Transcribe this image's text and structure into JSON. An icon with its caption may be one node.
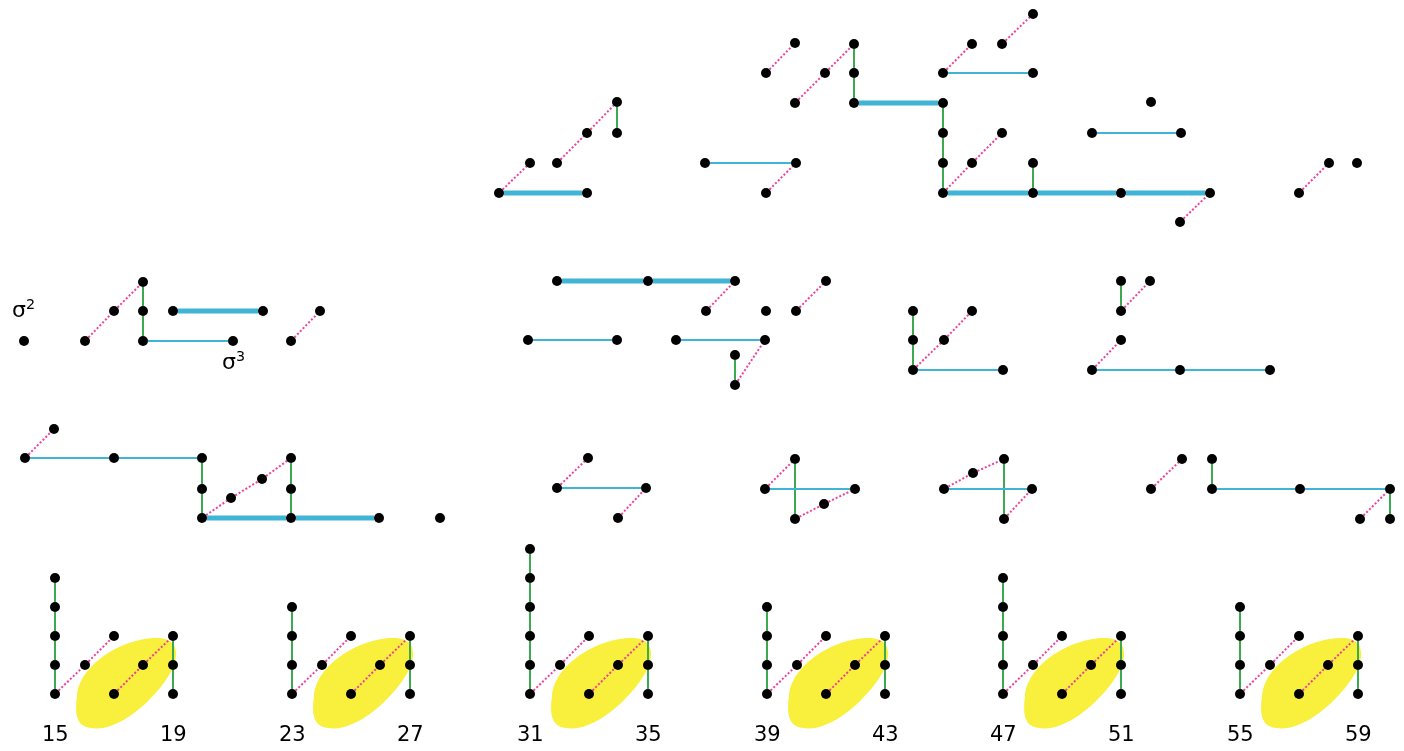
{
  "diagram": {
    "nodes": [
      {
        "text": [],
        "shape": "circle"
      },
      {
        "text": [],
        "shape": "circle"
      },
      {
        "text": [],
        "shape": "circle"
      },
      {
        "text": [],
        "shape": "circle"
      },
      {
        "text": [],
        "shape": "circle"
      },
      {
        "text": [],
        "shape": "circle"
      },
      {
        "text": [],
        "shape": "circle"
      },
      {
        "text": [],
        "shape": "circle"
      },
      {
        "text": [],
        "shape": "circle"
      },
      {
        "text": [],
        "shape": "circle"
      },
      {
        "text": [],
        "shape": "circle"
      },
      {
        "text": [],
        "shape": "circle"
      },
      {
        "text": [],
        "shape": "circle"
      },
      {
        "text": [],
        "shape": "circle"
      },
      {
        "text": [],
        "shape": "circle"
      },
      {
        "text": [],
        "shape": "circle"
      },
      {
        "text": [],
        "shape": "circle"
      },
      {
        "text": [],
        "shape": "circle"
      },
      {
        "text": [],
        "shape": "circle"
      },
      {
        "text": [],
        "shape": "circle"
      },
      {
        "text": [],
        "shape": "circle"
      },
      {
        "text": [],
        "shape": "circle"
      },
      {
        "text": [],
        "shape": "circle"
      },
      {
        "text": [],
        "shape": "circle"
      },
      {
        "text": [],
        "shape": "circle"
      },
      {
        "text": [],
        "shape": "circle"
      },
      {
        "text": [],
        "shape": "circle"
      },
      {
        "text": [],
        "shape": "circle"
      },
      {
        "text": [],
        "shape": "circle"
      },
      {
        "text": [],
        "shape": "circle"
      },
      {
        "text": [],
        "shape": "circle"
      },
      {
        "text": [],
        "shape": "circle"
      },
      {
        "text": [],
        "shape": "circle"
      },
      {
        "text": [],
        "shape": "circle"
      },
      {
        "text": [],
        "shape": "circle"
      },
      {
        "text": [],
        "shape": "circle"
      },
      {
        "text": [],
        "shape": "circle"
      },
      {
        "text": [],
        "shape": "circle"
      },
      {
        "text": [],
        "shape": "circle"
      },
      {
        "text": [],
        "shape": "circle"
      },
      {
        "text": [],
        "shape": "circle"
      },
      {
        "text": [],
        "shape": "circle"
      },
      {
        "text": [],
        "shape": "circle"
      },
      {
        "text": [],
        "shape": "circle"
      },
      {
        "text": [],
        "shape": "circle"
      },
      {
        "text": [],
        "shape": "circle"
      },
      {
        "text": [],
        "shape": "circle"
      },
      {
        "text": [],
        "shape": "circle"
      },
      {
        "text": [],
        "shape": "circle"
      },
      {
        "text": [],
        "shape": "circle"
      },
      {
        "text": [],
        "shape": "circle"
      },
      {
        "text": [],
        "shape": "circle"
      },
      {
        "text": [],
        "shape": "circle"
      },
      {
        "text": [],
        "shape": "circle"
      },
      {
        "text": [],
        "shape": "circle"
      },
      {
        "text": [],
        "shape": "circle"
      },
      {
        "text": [],
        "shape": "circle"
      },
      {
        "text": [],
        "shape": "circle"
      },
      {
        "text": [],
        "shape": "circle"
      },
      {
        "text": [],
        "shape": "circle"
      },
      {
        "text": [],
        "shape": "circle"
      },
      {
        "text": [],
        "shape": "circle"
      },
      {
        "text": [],
        "shape": "circle"
      },
      {
        "text": [],
        "shape": "circle"
      },
      {
        "text": [],
        "shape": "circle"
      },
      {
        "text": [],
        "shape": "circle"
      },
      {
        "text": [],
        "shape": "circle"
      },
      {
        "text": [],
        "shape": "circle"
      },
      {
        "text": [],
        "shape": "circle"
      },
      {
        "text": [],
        "shape": "circle"
      },
      {
        "text": [],
        "shape": "circle"
      },
      {
        "text": [],
        "shape": "circle"
      },
      {
        "text": [],
        "shape": "circle"
      },
      {
        "text": [],
        "shape": "circle"
      },
      {
        "text": [],
        "shape": "circle"
      },
      {
        "text": [],
        "shape": "circle"
      },
      {
        "text": [],
        "shape": "circle"
      },
      {
        "text": [],
        "shape": "circle"
      },
      {
        "text": [],
        "shape": "circle"
      },
      {
        "text": [],
        "shape": "circle"
      },
      {
        "text": [],
        "shape": "circle"
      },
      {
        "text": [],
        "shape": "circle"
      },
      {
        "text": [],
        "shape": "circle"
      },
      {
        "text": [],
        "shape": "circle"
      },
      {
        "text": [],
        "shape": "circle"
      },
      {
        "text": [],
        "shape": "circle"
      },
      {
        "text": [],
        "shape": "circle"
      },
      {
        "text": [],
        "shape": "circle"
      },
      {
        "text": [],
        "shape": "circle"
      },
      {
        "text": [],
        "shape": "circle"
      },
      {
        "text": [],
        "shape": "circle"
      },
      {
        "text": [],
        "shape": "circle"
      },
      {
        "text": [],
        "shape": "circle"
      },
      {
        "text": [],
        "shape": "circle"
      },
      {
        "text": [],
        "shape": "circle"
      },
      {
        "text": [],
        "shape": "circle"
      },
      {
        "text": [],
        "shape": "circle"
      },
      {
        "text": [],
        "shape": "circle"
      },
      {
        "text": [],
        "shape": "circle"
      },
      {
        "text": [],
        "shape": "circle"
      },
      {
        "text": [],
        "shape": "circle"
      },
      {
        "text": [],
        "shape": "circle"
      },
      {
        "text": [],
        "shape": "circle"
      },
      {
        "text": [],
        "shape": "circle"
      },
      {
        "text": [],
        "shape": "circle"
      },
      {
        "text": [],
        "shape": "circle"
      },
      {
        "text": [],
        "shape": "circle"
      },
      {
        "text": [],
        "shape": "circle"
      },
      {
        "text": [],
        "shape": "circle"
      },
      {
        "text": [],
        "shape": "circle"
      },
      {
        "text": [],
        "shape": "circle"
      },
      {
        "text": [],
        "shape": "circle"
      },
      {
        "text": [],
        "shape": "circle"
      },
      {
        "text": [],
        "shape": "circle"
      },
      {
        "text": [],
        "shape": "circle"
      },
      {
        "text": [],
        "shape": "circle"
      },
      {
        "text": [],
        "shape": "circle"
      },
      {
        "text": [],
        "shape": "circle"
      },
      {
        "text": [],
        "shape": "circle"
      },
      {
        "text": [],
        "shape": "circle"
      },
      {
        "text": [],
        "shape": "circle"
      },
      {
        "text": [],
        "shape": "circle"
      },
      {
        "text": [],
        "shape": "circle"
      },
      {
        "text": [],
        "shape": "circle"
      },
      {
        "text": [],
        "shape": "circle"
      },
      {
        "text": [],
        "shape": "circle"
      },
      {
        "text": [],
        "shape": "circle"
      },
      {
        "text": [],
        "shape": "circle"
      },
      {
        "text": [],
        "shape": "circle"
      },
      {
        "text": [],
        "shape": "circle"
      },
      {
        "text": [],
        "shape": "circle"
      },
      {
        "text": [],
        "shape": "circle"
      },
      {
        "text": [],
        "shape": "circle"
      },
      {
        "text": [],
        "shape": "circle"
      },
      {
        "text": [],
        "shape": "circle"
      },
      {
        "text": [],
        "shape": "circle"
      },
      {
        "text": [],
        "shape": "circle"
      },
      {
        "text": [],
        "shape": "circle"
      },
      {
        "text": [],
        "shape": "circle"
      },
      {
        "text": [],
        "shape": "circle"
      },
      {
        "text": [],
        "shape": "circle"
      },
      {
        "text": [],
        "shape": "circle"
      },
      {
        "text": [],
        "shape": "circle"
      },
      {
        "text": [],
        "shape": "circle"
      },
      {
        "text": [],
        "shape": "circle"
      },
      {
        "text": [],
        "shape": "circle"
      },
      {
        "text": [],
        "shape": "circle"
      },
      {
        "text": [],
        "shape": "circle"
      },
      {
        "text": [],
        "shape": "circle"
      },
      {
        "text": [],
        "shape": "circle"
      },
      {
        "text": [],
        "shape": "circle"
      },
      {
        "text": [],
        "shape": "circle"
      },
      {
        "text": [],
        "shape": "circle"
      },
      {
        "text": [],
        "shape": "circle"
      },
      {
        "text": [],
        "shape": "circle"
      },
      {
        "text": [],
        "shape": "circle"
      },
      {
        "text": [],
        "shape": "circle"
      },
      {
        "text": [],
        "shape": "circle"
      },
      {
        "text": [],
        "shape": "circle"
      },
      {
        "text": [],
        "shape": "circle"
      },
      {
        "text": [],
        "shape": "circle"
      },
      {
        "text": [],
        "shape": "circle"
      },
      {
        "text": [],
        "shape": "circle"
      },
      {
        "text": [],
        "shape": "circle"
      },
      {
        "text": [],
        "shape": "circle"
      },
      {
        "text": [],
        "shape": "circle"
      },
      {
        "text": [],
        "shape": "circle"
      },
      {
        "text": [],
        "shape": "circle"
      },
      {
        "text": [],
        "shape": "circle"
      },
      {
        "text": [],
        "shape": "circle"
      },
      {
        "text": [],
        "shape": "circle"
      },
      {
        "text": [],
        "shape": "circle"
      },
      {
        "text": [],
        "shape": "circle"
      },
      {
        "text": [],
        "shape": "circle"
      },
      {
        "text": [],
        "shape": "circle"
      },
      {
        "text": [],
        "shape": "circle"
      },
      {
        "text": [],
        "shape": "circle"
      },
      {
        "text": [],
        "shape": "circle"
      },
      {
        "text": [],
        "shape": "circle"
      },
      {
        "text": [],
        "shape": "circle"
      },
      {
        "text": [],
        "shape": "circle"
      }
    ],
    "edges": [
      {
        "from": 0,
        "to": 1,
        "arrow": "none",
        "style": "dashed"
      },
      {
        "from": 0,
        "to": 2,
        "arrow": "none",
        "style": "thick",
        "color": "#40b4d6"
      },
      {
        "from": 3,
        "to": 4,
        "arrow": "none",
        "style": "dashed"
      },
      {
        "from": 4,
        "to": 5,
        "arrow": "none",
        "style": "dashed"
      },
      {
        "from": 5,
        "to": 6,
        "arrow": "none",
        "color": "#3ca850"
      },
      {
        "from": 7,
        "to": 8,
        "arrow": "none",
        "color": "#40b4d6"
      },
      {
        "from": 9,
        "to": 8,
        "arrow": "none",
        "style": "dashed"
      },
      {
        "from": 10,
        "to": 11,
        "arrow": "none",
        "style": "dashed"
      },
      {
        "from": 12,
        "to": 13,
        "arrow": "none",
        "style": "dashed"
      },
      {
        "from": 13,
        "to": 14,
        "arrow": "none",
        "style": "dashed"
      },
      {
        "from": 14,
        "to": 15,
        "arrow": "none",
        "color": "#3ca850"
      },
      {
        "from": 15,
        "to": 16,
        "arrow": "none",
        "color": "#3ca850"
      },
      {
        "from": 16,
        "to": 22,
        "arrow": "none",
        "style": "thick",
        "color": "#40b4d6"
      },
      {
        "from": 17,
        "to": 18,
        "arrow": "none",
        "style": "dashed"
      },
      {
        "from": 17,
        "to": 19,
        "arrow": "none",
        "color": "#40b4d6"
      },
      {
        "from": 20,
        "to": 21,
        "arrow": "none",
        "style": "dashed"
      },
      {
        "from": 22,
        "to": 23,
        "arrow": "none",
        "color": "#3ca850"
      },
      {
        "from": 23,
        "to": 24,
        "arrow": "none",
        "color": "#3ca850"
      },
      {
        "from": 24,
        "to": 25,
        "arrow": "none",
        "color": "#3ca850"
      },
      {
        "from": 25,
        "to": 26,
        "arrow": "none",
        "style": "dashed"
      },
      {
        "from": 26,
        "to": 27,
        "arrow": "none",
        "style": "dashed"
      },
      {
        "from": 28,
        "to": 29,
        "arrow": "none",
        "color": "#3ca850"
      },
      {
        "from": 25,
        "to": 29,
        "arrow": "none",
        "style": "thick",
        "color": "#40b4d6"
      },
      {
        "from": 29,
        "to": 30,
        "arrow": "none",
        "style": "thick",
        "color": "#40b4d6"
      },
      {
        "from": 30,
        "to": 31,
        "arrow": "none",
        "style": "thick",
        "color": "#40b4d6"
      },
      {
        "from": 32,
        "to": 31,
        "arrow": "none",
        "style": "dashed"
      },
      {
        "from": 34,
        "to": 35,
        "arrow": "none",
        "color": "#40b4d6"
      },
      {
        "from": 36,
        "to": 37,
        "arrow": "none",
        "style": "dashed"
      },
      {
        "from": 40,
        "to": 41,
        "arrow": "none",
        "style": "dashed"
      },
      {
        "from": 41,
        "to": 42,
        "arrow": "none",
        "style": "dashed"
      },
      {
        "from": 42,
        "to": 43,
        "arrow": "none",
        "color": "#3ca850"
      },
      {
        "from": 43,
        "to": 44,
        "arrow": "none",
        "color": "#3ca850"
      },
      {
        "from": 44,
        "to": 45,
        "arrow": "none",
        "color": "#40b4d6"
      },
      {
        "from": 46,
        "to": 47,
        "arrow": "none",
        "style": "thick",
        "color": "#40b4d6"
      },
      {
        "from": 48,
        "to": 49,
        "arrow": "none",
        "style": "dashed"
      },
      {
        "from": 50,
        "to": 51,
        "arrow": "none",
        "style": "thick",
        "color": "#40b4d6"
      },
      {
        "from": 51,
        "to": 52,
        "arrow": "none",
        "style": "thick",
        "color": "#40b4d6"
      },
      {
        "from": 53,
        "to": 52,
        "arrow": "none",
        "style": "dashed"
      },
      {
        "from": 55,
        "to": 56,
        "arrow": "none",
        "style": "dashed"
      },
      {
        "from": 57,
        "to": 58,
        "arrow": "none",
        "color": "#40b4d6"
      },
      {
        "from": 59,
        "to": 60,
        "arrow": "none",
        "color": "#40b4d6"
      },
      {
        "from": 61,
        "to": 62,
        "arrow": "none",
        "color": "#3ca850"
      },
      {
        "from": 62,
        "to": 60,
        "arrow": "none",
        "style": "dashed"
      },
      {
        "from": 63,
        "to": 64,
        "arrow": "none",
        "color": "#3ca850"
      },
      {
        "from": 64,
        "to": 65,
        "arrow": "none",
        "color": "#3ca850"
      },
      {
        "from": 65,
        "to": 66,
        "arrow": "none",
        "style": "dashed"
      },
      {
        "from": 66,
        "to": 67,
        "arrow": "none",
        "style": "dashed"
      },
      {
        "from": 65,
        "to": 68,
        "arrow": "none",
        "color": "#40b4d6"
      },
      {
        "from": 69,
        "to": 71,
        "arrow": "none",
        "color": "#3ca850"
      },
      {
        "from": 71,
        "to": 70,
        "arrow": "none",
        "style": "dashed"
      },
      {
        "from": 73,
        "to": 72,
        "arrow": "none",
        "style": "dashed"
      },
      {
        "from": 73,
        "to": 74,
        "arrow": "none",
        "color": "#40b4d6"
      },
      {
        "from": 74,
        "to": 75,
        "arrow": "none",
        "color": "#40b4d6"
      },
      {
        "from": 76,
        "to": 77,
        "arrow": "none",
        "style": "dashed"
      },
      {
        "from": 76,
        "to": 78,
        "arrow": "none",
        "color": "#40b4d6"
      },
      {
        "from": 78,
        "to": 79,
        "arrow": "none",
        "color": "#40b4d6"
      },
      {
        "from": 79,
        "to": 80,
        "arrow": "none",
        "color": "#3ca850"
      },
      {
        "from": 80,
        "to": 81,
        "arrow": "none",
        "color": "#3ca850"
      },
      {
        "from": 81,
        "to": 82,
        "arrow": "none",
        "style": "dashed"
      },
      {
        "from": 82,
        "to": 83,
        "arrow": "none",
        "style": "dashed"
      },
      {
        "from": 83,
        "to": 84,
        "arrow": "none",
        "style": "dashed"
      },
      {
        "from": 84,
        "to": 85,
        "arrow": "none",
        "color": "#3ca850"
      },
      {
        "from": 85,
        "to": 86,
        "arrow": "none",
        "color": "#3ca850"
      },
      {
        "from": 81,
        "to": 86,
        "arrow": "none",
        "style": "thick",
        "color": "#40b4d6"
      },
      {
        "from": 86,
        "to": 87,
        "arrow": "none",
        "style": "thick",
        "color": "#40b4d6"
      },
      {
        "from": 89,
        "to": 90,
        "arrow": "none",
        "style": "dashed"
      },
      {
        "from": 89,
        "to": 91,
        "arrow": "none",
        "color": "#40b4d6"
      },
      {
        "from": 92,
        "to": 91,
        "arrow": "none",
        "style": "dashed"
      },
      {
        "from": 93,
        "to": 94,
        "arrow": "none",
        "style": "dashed"
      },
      {
        "from": 94,
        "to": 95,
        "arrow": "none",
        "color": "#3ca850"
      },
      {
        "from": 93,
        "to": 96,
        "arrow": "none",
        "color": "#40b4d6"
      },
      {
        "from": 95,
        "to": 97,
        "arrow": "none",
        "style": "dashed"
      },
      {
        "from": 97,
        "to": 96,
        "arrow": "none",
        "style": "dashed"
      },
      {
        "from": 98,
        "to": 99,
        "arrow": "none",
        "style": "dashed"
      },
      {
        "from": 99,
        "to": 100,
        "arrow": "none",
        "style": "dashed"
      },
      {
        "from": 100,
        "to": 101,
        "arrow": "none",
        "color": "#3ca850"
      },
      {
        "from": 98,
        "to": 102,
        "arrow": "none",
        "color": "#40b4d6"
      },
      {
        "from": 101,
        "to": 102,
        "arrow": "none",
        "style": "dashed"
      },
      {
        "from": 103,
        "to": 104,
        "arrow": "none",
        "style": "dashed"
      },
      {
        "from": 105,
        "to": 106,
        "arrow": "none",
        "color": "#3ca850"
      },
      {
        "from": 106,
        "to": 107,
        "arrow": "none",
        "color": "#40b4d6"
      },
      {
        "from": 107,
        "to": 108,
        "arrow": "none",
        "color": "#40b4d6"
      },
      {
        "from": 108,
        "to": 109,
        "arrow": "none",
        "color": "#3ca850"
      },
      {
        "from": 110,
        "to": 108,
        "arrow": "none",
        "style": "dashed"
      },
      {
        "from": 111,
        "to": 112,
        "arrow": "none",
        "color": "#3ca850"
      },
      {
        "from": 112,
        "to": 113,
        "arrow": "none",
        "color": "#3ca850"
      },
      {
        "from": 113,
        "to": 114,
        "arrow": "none",
        "color": "#3ca850"
      },
      {
        "from": 114,
        "to": 115,
        "arrow": "none",
        "color": "#3ca850"
      },
      {
        "from": 115,
        "to": 116,
        "arrow": "none",
        "style": "dashed"
      },
      {
        "from": 116,
        "to": 117,
        "arrow": "none",
        "style": "dashed"
      },
      {
        "from": 118,
        "to": 119,
        "arrow": "none",
        "style": "dashed"
      },
      {
        "from": 119,
        "to": 120,
        "arrow": "none",
        "style": "dashed"
      },
      {
        "from": 120,
        "to": 121,
        "arrow": "none",
        "color": "#3ca850"
      },
      {
        "from": 121,
        "to": 122,
        "arrow": "none",
        "color": "#3ca850"
      },
      {
        "from": 123,
        "to": 124,
        "arrow": "none",
        "color": "#3ca850"
      },
      {
        "from": 124,
        "to": 125,
        "arrow": "none",
        "color": "#3ca850"
      },
      {
        "from": 125,
        "to": 126,
        "arrow": "none",
        "color": "#3ca850"
      },
      {
        "from": 126,
        "to": 127,
        "arrow": "none",
        "style": "dashed"
      },
      {
        "from": 127,
        "to": 128,
        "arrow": "none",
        "style": "dashed"
      },
      {
        "from": 129,
        "to": 130,
        "arrow": "none",
        "style": "dashed"
      },
      {
        "from": 130,
        "to": 131,
        "arrow": "none",
        "style": "dashed"
      },
      {
        "from": 131,
        "to": 132,
        "arrow": "none",
        "color": "#3ca850"
      },
      {
        "from": 132,
        "to": 133,
        "arrow": "none",
        "color": "#3ca850"
      },
      {
        "from": 134,
        "to": 135,
        "arrow": "none",
        "color": "#3ca850"
      },
      {
        "from": 135,
        "to": 136,
        "arrow": "none",
        "color": "#3ca850"
      },
      {
        "from": 136,
        "to": 137,
        "arrow": "none",
        "color": "#3ca850"
      },
      {
        "from": 137,
        "to": 138,
        "arrow": "none",
        "color": "#3ca850"
      },
      {
        "from": 138,
        "to": 139,
        "arrow": "none",
        "color": "#3ca850"
      },
      {
        "from": 139,
        "to": 140,
        "arrow": "none",
        "style": "dashed"
      },
      {
        "from": 140,
        "to": 141,
        "arrow": "none",
        "style": "dashed"
      },
      {
        "from": 142,
        "to": 143,
        "arrow": "none",
        "style": "dashed"
      },
      {
        "from": 143,
        "to": 144,
        "arrow": "none",
        "style": "dashed"
      },
      {
        "from": 144,
        "to": 145,
        "arrow": "none",
        "color": "#3ca850"
      },
      {
        "from": 145,
        "to": 146,
        "arrow": "none",
        "color": "#3ca850"
      },
      {
        "from": 147,
        "to": 148,
        "arrow": "none",
        "color": "#3ca850"
      },
      {
        "from": 148,
        "to": 149,
        "arrow": "none",
        "color": "#3ca850"
      },
      {
        "from": 149,
        "to": 150,
        "arrow": "none",
        "color": "#3ca850"
      },
      {
        "from": 150,
        "to": 151,
        "arrow": "none",
        "style": "dashed"
      },
      {
        "from": 151,
        "to": 152,
        "arrow": "none",
        "style": "dashed"
      },
      {
        "from": 153,
        "to": 154,
        "arrow": "none",
        "style": "dashed"
      },
      {
        "from": 154,
        "to": 155,
        "arrow": "none",
        "style": "dashed"
      },
      {
        "from": 155,
        "to": 156,
        "arrow": "none",
        "color": "#3ca850"
      },
      {
        "from": 156,
        "to": 157,
        "arrow": "none",
        "color": "#3ca850"
      },
      {
        "from": 158,
        "to": 159,
        "arrow": "none",
        "color": "#3ca850"
      },
      {
        "from": 159,
        "to": 160,
        "arrow": "none",
        "color": "#3ca850"
      },
      {
        "from": 160,
        "to": 161,
        "arrow": "none",
        "color": "#3ca850"
      },
      {
        "from": 161,
        "to": 162,
        "arrow": "none",
        "color": "#3ca850"
      },
      {
        "from": 162,
        "to": 163,
        "arrow": "none",
        "style": "dashed"
      },
      {
        "from": 163,
        "to": 164,
        "arrow": "none",
        "style": "dashed"
      },
      {
        "from": 165,
        "to": 166,
        "arrow": "none",
        "style": "dashed"
      },
      {
        "from": 166,
        "to": 167,
        "arrow": "none",
        "style": "dashed"
      },
      {
        "from": 167,
        "to": 168,
        "arrow": "none",
        "color": "#3ca850"
      },
      {
        "from": 168,
        "to": 169,
        "arrow": "none",
        "color": "#3ca850"
      },
      {
        "from": 170,
        "to": 171,
        "arrow": "none",
        "color": "#3ca850"
      },
      {
        "from": 171,
        "to": 172,
        "arrow": "none",
        "color": "#3ca850"
      },
      {
        "from": 172,
        "to": 173,
        "arrow": "none",
        "color": "#3ca850"
      },
      {
        "from": 173,
        "to": 174,
        "arrow": "none",
        "style": "dashed"
      },
      {
        "from": 174,
        "to": 175,
        "arrow": "none",
        "style": "dashed"
      },
      {
        "from": 176,
        "to": 177,
        "arrow": "none",
        "style": "dashed"
      },
      {
        "from": 177,
        "to": 178,
        "arrow": "none",
        "style": "dashed"
      },
      {
        "from": 178,
        "to": 179,
        "arrow": "none",
        "color": "#3ca850"
      },
      {
        "from": 179,
        "to": 180,
        "arrow": "none",
        "color": "#3ca850"
      }
    ],
    "labels": [
      "σ$^{2}$",
      "σ$^{3}$",
      "15",
      "19",
      "23",
      "27",
      "31",
      "35",
      "39",
      "43",
      "47",
      "51",
      "55",
      "59"
    ]
  }
}
